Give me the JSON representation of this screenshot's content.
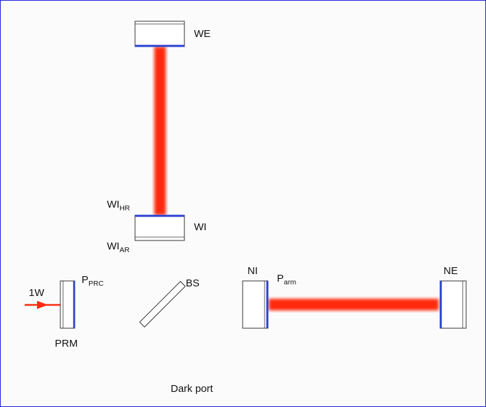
{
  "labels": {
    "we": "WE",
    "wi": "WI",
    "wi_hr_main": "WI",
    "wi_hr_sub": "HR",
    "wi_ar_main": "WI",
    "wi_ar_sub": "AR",
    "ni": "NI",
    "ne": "NE",
    "bs": "BS",
    "prm": "PRM",
    "input_power": "1W",
    "p_prc_main": "P",
    "p_prc_sub": "PRC",
    "p_arm_main": "P",
    "p_arm_sub": "arm",
    "dark_port": "Dark port"
  },
  "colors": {
    "beam": "#ff2a10",
    "hr_coating": "#2a3fd0",
    "frame_border": "#1a1adc",
    "mirror_outline": "#333333"
  }
}
